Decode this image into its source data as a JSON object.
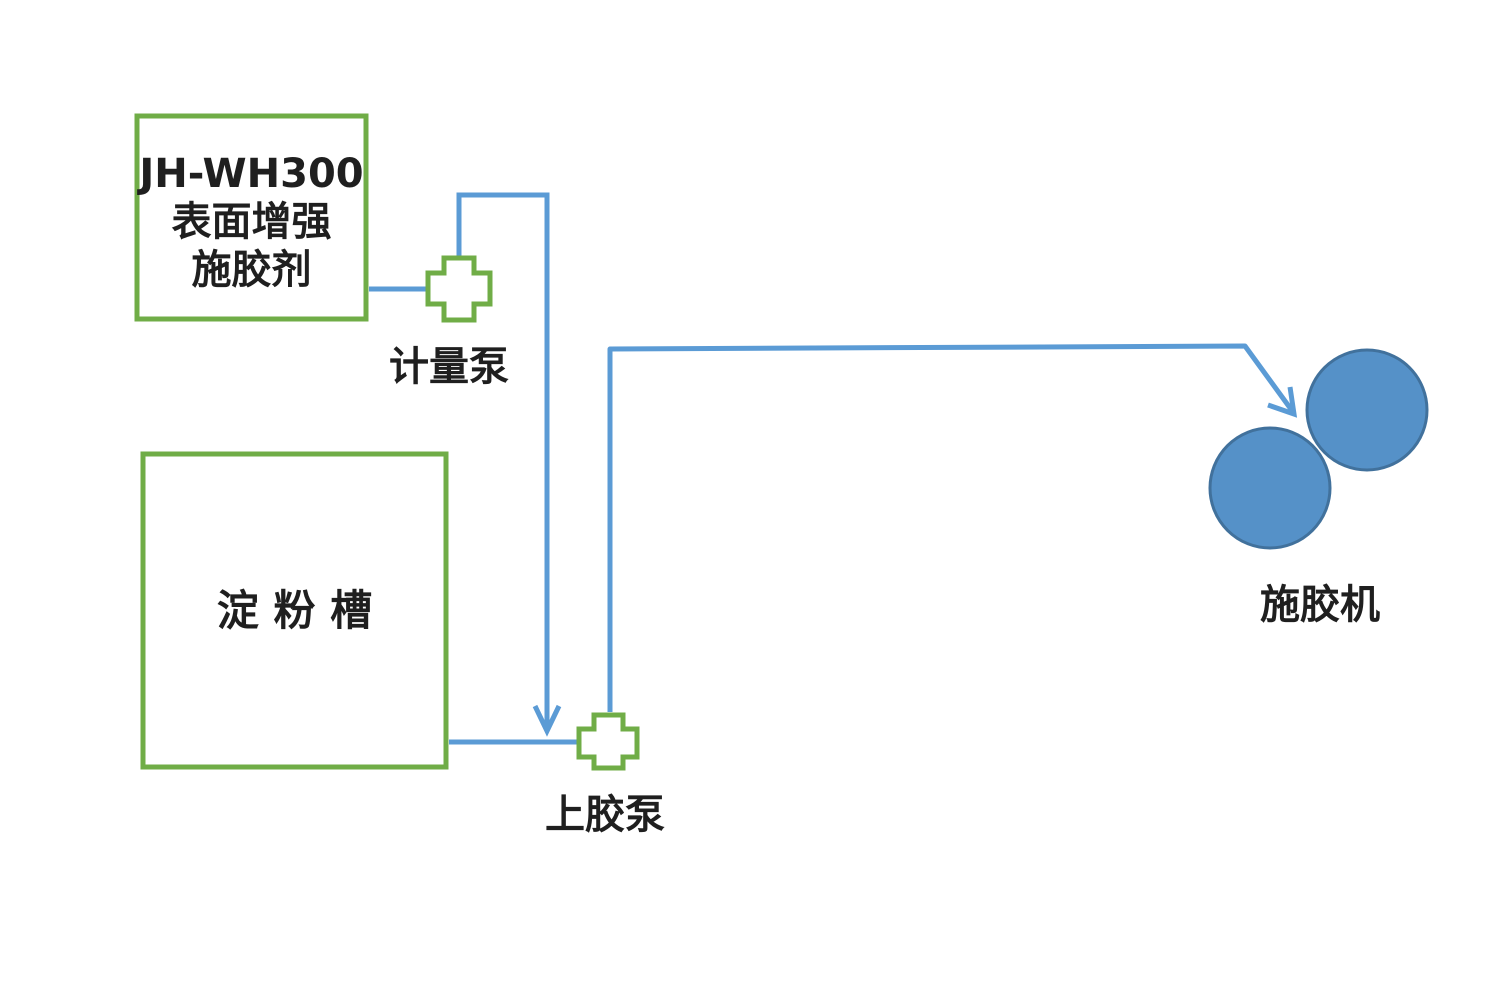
{
  "colors": {
    "box_stroke": "#70ad47",
    "pipe": "#5b9bd5",
    "roller_fill": "#5591c8",
    "roller_stroke": "#41719c",
    "text": "#1f1f1f"
  },
  "tank_agent": {
    "line1": "JH-WH300",
    "line2": "表面增强",
    "line3": "施胶剂"
  },
  "starch_tank": {
    "label": "淀 粉 槽"
  },
  "metering_pump": {
    "label": "计量泵",
    "icon": "cross-pump-icon"
  },
  "sizing_pump": {
    "label": "上胶泵",
    "icon": "cross-pump-icon"
  },
  "sizing_machine": {
    "label": "施胶机",
    "icon": "roller-pair-icon"
  }
}
